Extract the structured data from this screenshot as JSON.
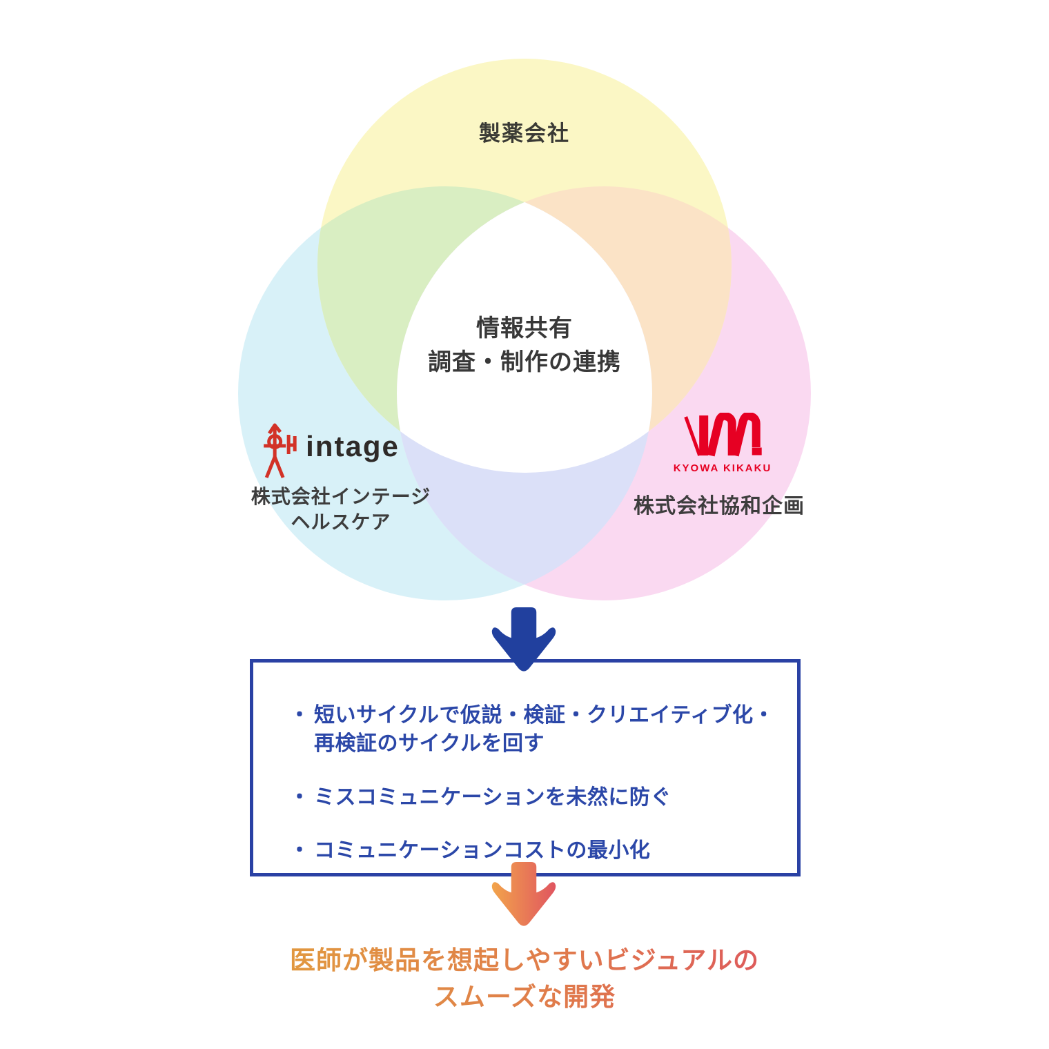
{
  "venn": {
    "top_circle": {
      "label": "製薬会社",
      "color": "#fbf7c5"
    },
    "left_circle": {
      "color": "#d8f1f8"
    },
    "right_circle": {
      "color": "#fad9f1"
    },
    "overlap_colors": {
      "top_left": "#d9eec2",
      "top_right": "#fbe3c6",
      "bottom": "#dbe0f8",
      "center": "#ffffff"
    },
    "center": {
      "line1": "情報共有",
      "line2": "調査・制作の連携"
    }
  },
  "logos": {
    "intage": {
      "wordmark": "intage",
      "mark_color": "#d23227",
      "word_color": "#2e2a28",
      "company_line1": "株式会社インテージ",
      "company_line2": "ヘルスケア"
    },
    "kyowa": {
      "caption": "KYOWA KIKAKU",
      "mark_color": "#e60023",
      "company": "株式会社協和企画"
    }
  },
  "box": {
    "border_color": "#2a41a4",
    "text_color": "#2b47a8",
    "bullet": "・",
    "items": [
      "短いサイクルで仮説・検証・クリエイティブ化・再検証のサイクルを回す",
      "ミスコミュニケーションを未然に防ぐ",
      "コミュニケーションコストの最小化"
    ]
  },
  "arrows": {
    "blue": "#21409e",
    "orange_from": "#f2a44b",
    "orange_to": "#e05560"
  },
  "outcome": {
    "line1": "医師が製品を想起しやすいビジュアルの",
    "line2": "スムーズな開発",
    "gradient_from": "#e2a33b",
    "gradient_to": "#dc4a63"
  }
}
